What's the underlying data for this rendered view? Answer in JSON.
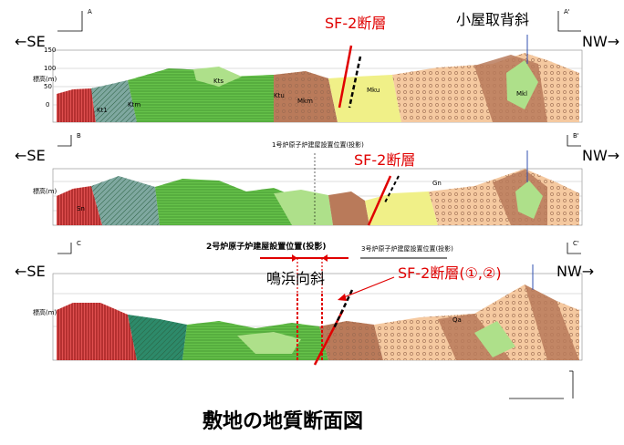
{
  "title": "敷地の地質断面図",
  "directions": {
    "left": "←SE",
    "right": "NW→"
  },
  "fault_label": "SF-2断層",
  "fault_label_c": "SF-2断層(①,②)",
  "anticline": "小屋取背斜",
  "syncline": "鳴浜向斜",
  "reactor_labels": {
    "unit1": "1号炉原子炉建屋設置位置(投影)",
    "unit2": "2号炉原子炉建屋設置位置(投影)",
    "unit3": "3号炉原子炉建屋設置位置(投影)"
  },
  "section_markers": {
    "a_left": "A",
    "a_right": "A'",
    "b_left": "B",
    "b_right": "B'",
    "c_left": "C",
    "c_right": "C'"
  },
  "axis": {
    "label": "標高(m)",
    "ticks": [
      "150",
      "100",
      "50",
      "0"
    ]
  },
  "unit_labels": [
    "Kt1",
    "Ktm",
    "Kts",
    "Ktu",
    "Mkm",
    "Mku",
    "Mkl",
    "Gn",
    "Qa",
    "Sn"
  ],
  "colors": {
    "pink": "#f0a0a0",
    "red_unit": "#cc3333",
    "green": "#66c24a",
    "light_green": "#aee08a",
    "yellow": "#f0f088",
    "peach": "#f5c9a0",
    "brown": "#b97a5a",
    "teal": "#7fa8a0",
    "fault": "#e00000"
  }
}
